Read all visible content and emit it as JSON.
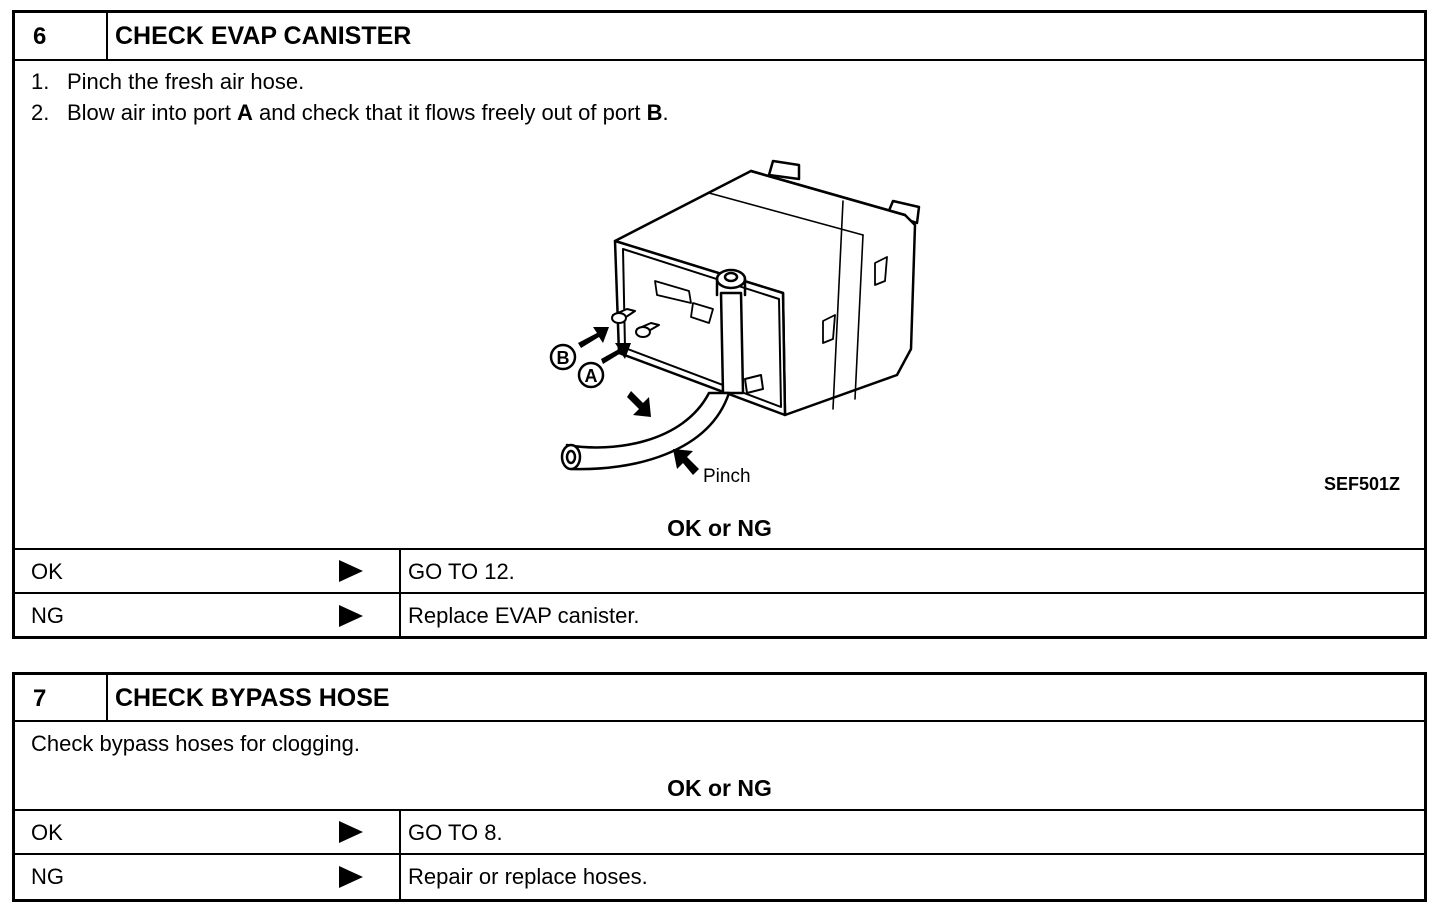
{
  "step6": {
    "number": "6",
    "title": "CHECK EVAP CANISTER",
    "instructions": [
      {
        "num": "1.",
        "parts": [
          {
            "t": "Pinch the fresh air hose.",
            "b": false
          }
        ]
      },
      {
        "num": "2.",
        "parts": [
          {
            "t": "Blow air into port ",
            "b": false
          },
          {
            "t": "A",
            "b": true
          },
          {
            "t": " and check that it flows freely out of port ",
            "b": false
          },
          {
            "t": "B",
            "b": true
          },
          {
            "t": ".",
            "b": false
          }
        ]
      }
    ],
    "figure": {
      "port_b_label": "B",
      "port_a_label": "A",
      "pinch_label": "Pinch",
      "figure_code": "SEF501Z"
    },
    "ok_or_ng": "OK or NG",
    "results": [
      {
        "label": "OK",
        "action": "GO TO 12."
      },
      {
        "label": "NG",
        "action": "Replace EVAP canister."
      }
    ]
  },
  "step7": {
    "number": "7",
    "title": "CHECK BYPASS HOSE",
    "instruction": "Check bypass hoses for clogging.",
    "ok_or_ng": "OK or NG",
    "results": [
      {
        "label": "OK",
        "action": "GO TO 8."
      },
      {
        "label": "NG",
        "action": "Repair or replace hoses."
      }
    ]
  },
  "icons": {
    "result_arrow": "right-triangle-arrow-icon"
  }
}
